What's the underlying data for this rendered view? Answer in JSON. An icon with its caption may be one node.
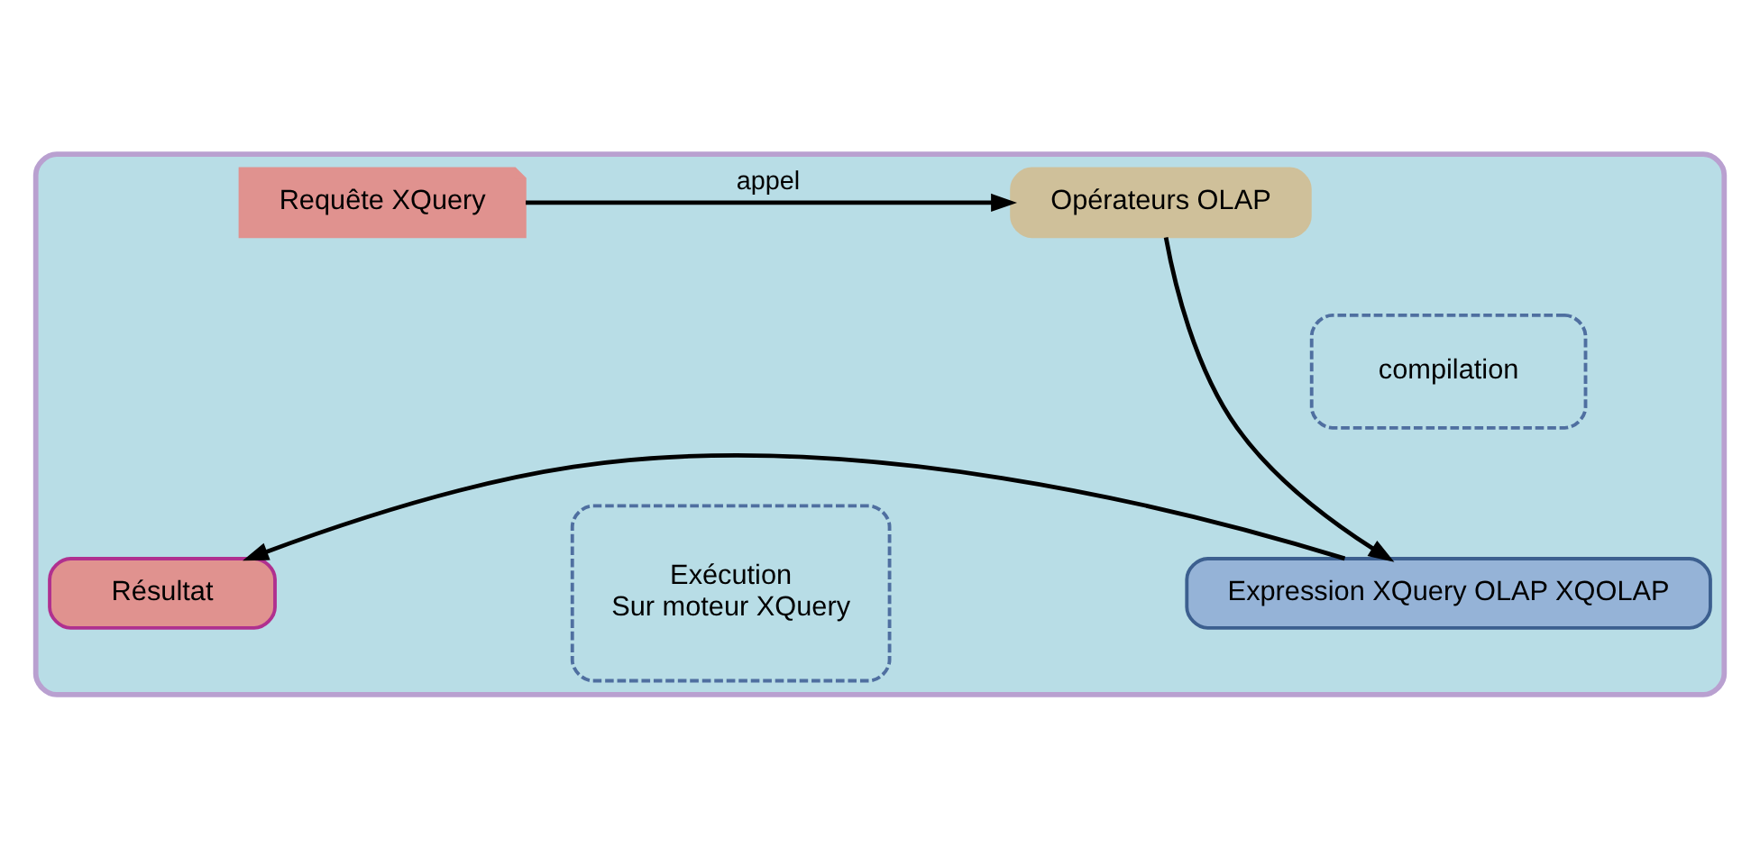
{
  "diagram": {
    "nodes": [
      {
        "text": [],
        "shape": "box"
      },
      {
        "text": [
          "Requête XQuery"
        ],
        "in": 0
      },
      {
        "text": [
          "Opérateurs OLAP"
        ],
        "in": 0
      },
      {
        "text": [
          "compilation"
        ],
        "in": 0
      },
      {
        "text": [
          "Expression XQuery OLAP XQOLAP"
        ],
        "in": 0
      },
      {
        "text": [
          "Exécution",
          "Sur moteur XQuery"
        ],
        "in": 0
      },
      {
        "text": [
          "Résultat"
        ],
        "in": 0
      }
    ],
    "edges": [
      {
        "from": 1,
        "to": 2,
        "arrow": "to",
        "label": "appel"
      },
      {
        "from": 2,
        "to": 4,
        "arrow": "to"
      },
      {
        "from": 4,
        "to": 6,
        "arrow": "to"
      }
    ]
  }
}
